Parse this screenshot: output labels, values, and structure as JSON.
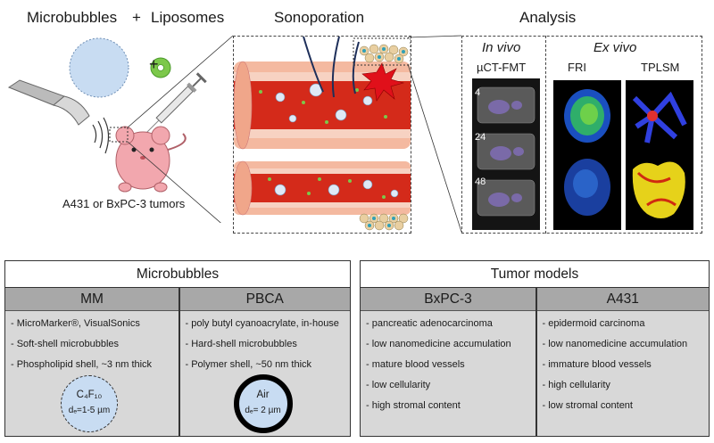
{
  "top": {
    "microbubbles_label": "Microbubbles",
    "plus_label": "+",
    "liposomes_label": "Liposomes",
    "inner_plus": "+",
    "tumors_label": "A431 or BxPC-3 tumors",
    "sonoporation_label": "Sonoporation",
    "analysis_label": "Analysis",
    "in_vivo_label": "In vivo",
    "ex_vivo_label": "Ex vivo",
    "uct_label": "µCT-FMT",
    "fri_label": "FRI",
    "tplsm_label": "TPLSM",
    "timepoints": [
      "4",
      "24",
      "48"
    ]
  },
  "microbubbles_panel": {
    "title": "Microbubbles",
    "columns": [
      {
        "header": "MM",
        "items": [
          "- MicroMarker®, VisualSonics",
          "- Soft-shell microbubbles",
          "- Phospholipid shell, ~3 nm thick"
        ],
        "gas": "C₄F₁₀",
        "diameter": "dₑ=1-5 µm"
      },
      {
        "header": "PBCA",
        "items": [
          "- poly butyl cyanoacrylate, in-house",
          "- Hard-shell microbubbles",
          "- Polymer shell, ~50 nm thick"
        ],
        "gas": "Air",
        "diameter": "dₑ= 2 µm"
      }
    ]
  },
  "tumor_panel": {
    "title": "Tumor models",
    "columns": [
      {
        "header": "BxPC-3",
        "items": [
          "- pancreatic adenocarcinoma",
          "- low nanomedicine accumulation",
          "- mature blood vessels",
          "- low cellularity",
          "- high stromal content"
        ]
      },
      {
        "header": "A431",
        "items": [
          "- epidermoid carcinoma",
          "- low nanomedicine accumulation",
          "- immature blood vessels",
          "- high cellularity",
          "- low stromal content"
        ]
      }
    ]
  },
  "colors": {
    "vessel_wall": "#f4b9a0",
    "blood": "#d42a1a",
    "bubble_fill": "#c8dcf2",
    "liposome_green": "#7cc84a",
    "mouse_pink": "#f2a7ae",
    "panel_header": "#a8a8a8",
    "panel_body": "#d8d8d8"
  }
}
